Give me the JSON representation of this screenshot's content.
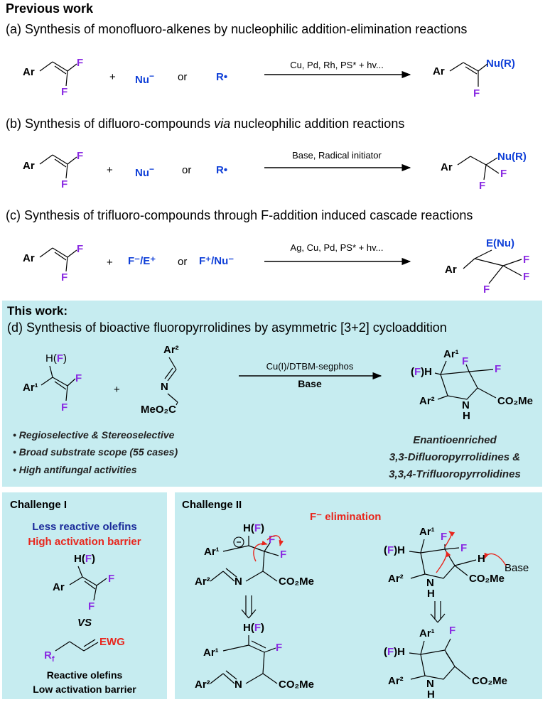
{
  "previous_work": "Previous work",
  "a": {
    "caption": "(a) Synthesis of monofluoro-alkenes by nucleophilic addition-elimination reactions",
    "ar": "Ar",
    "f1": "F",
    "f2": "F",
    "plus": "+",
    "nu": "Nu",
    "nu_charge": "−",
    "or": "or",
    "r": "R•",
    "conditions": "Cu, Pd, Rh, PS* + hv...",
    "p_ar": "Ar",
    "p_nu": "Nu(R)",
    "p_f": "F"
  },
  "b": {
    "caption_pre": "(b) Synthesis of difluoro-compounds ",
    "caption_via": "via",
    "caption_post": " nucleophilic addition reactions",
    "ar": "Ar",
    "f1": "F",
    "f2": "F",
    "plus": "+",
    "nu": "Nu",
    "nu_charge": "−",
    "or": "or",
    "r": "R•",
    "conditions": "Base, Radical initiator",
    "p_ar": "Ar",
    "p_nu": "Nu(R)",
    "p_f1": "F",
    "p_f2": "F"
  },
  "c": {
    "caption": "(c) Synthesis of trifluoro-compounds through F-addition induced cascade reactions",
    "ar": "Ar",
    "f1": "F",
    "f2": "F",
    "plus": "+",
    "or": "or",
    "reag1": "F⁻/E⁺",
    "reag2": "F⁺/Nu⁻",
    "conditions": "Ag, Cu, Pd, PS* + hv...",
    "p_enu": "E(Nu)",
    "p_ar": "Ar",
    "p_f1": "F",
    "p_f2": "F",
    "p_f3": "F"
  },
  "d": {
    "this_work": "This work:",
    "caption": "(d) Synthesis of bioactive fluoropyrrolidines by asymmetric [3+2] cycloaddition",
    "hf": "H(F)",
    "ar1": "Ar¹",
    "f1": "F",
    "f2": "F",
    "plus": "+",
    "ar2": "Ar²",
    "n": "N",
    "meo2c": "MeO₂C",
    "cond1": "Cu(I)/DTBM-segphos",
    "cond2": "Base",
    "p_ar1": "Ar¹",
    "p_fh": "(F)H",
    "p_f1": "F",
    "p_f2": "F",
    "p_ar2": "Ar²",
    "p_nh": "N",
    "p_h": "H",
    "p_co2me": "CO₂Me",
    "bullets": [
      "• Regioselective & Stereoselective",
      "• Broad substrate scope (55 cases)",
      "• High antifungal activities"
    ],
    "product_lines": [
      "Enantioenriched",
      "3,3-Difluoropyrrolidines &",
      "3,3,4-Trifluoropyrrolidines"
    ]
  },
  "challenge1": {
    "title": "Challenge I",
    "line1": "Less reactive olefins",
    "line2": "High activation barrier",
    "hf": "H(F)",
    "ar": "Ar",
    "f1": "F",
    "f2": "F",
    "vs": "VS",
    "rf": "R",
    "rf_sub": "f",
    "ewg": "EWG",
    "line3": "Reactive olefins",
    "line4": "Low activation barrier"
  },
  "challenge2": {
    "title": "Challenge II",
    "elim": "F⁻ elimination",
    "left_top": {
      "hf": "H(F)",
      "ar1": "Ar¹",
      "f1": "F",
      "f2": "F",
      "ar2": "Ar²",
      "n": "N",
      "co2me": "CO₂Me",
      "minus": "−"
    },
    "left_bot": {
      "hf": "H(F)",
      "ar1": "Ar¹",
      "f": "F",
      "ar2": "Ar²",
      "n": "N",
      "co2me": "CO₂Me"
    },
    "right_top": {
      "ar1": "Ar¹",
      "fh": "(F)H",
      "f1": "F",
      "f2": "F",
      "h": "H",
      "base": "Base",
      "ar2": "Ar²",
      "n": "N",
      "nh": "H",
      "co2me": "CO₂Me"
    },
    "right_bot": {
      "ar1": "Ar¹",
      "fh": "(F)H",
      "f": "F",
      "ar2": "Ar²",
      "n": "N",
      "nh": "H",
      "co2me": "CO₂Me"
    }
  },
  "colors": {
    "blue": "#1040d8",
    "purple": "#8a2be2",
    "red": "#e8261d",
    "panel": "#c6ecf0"
  }
}
